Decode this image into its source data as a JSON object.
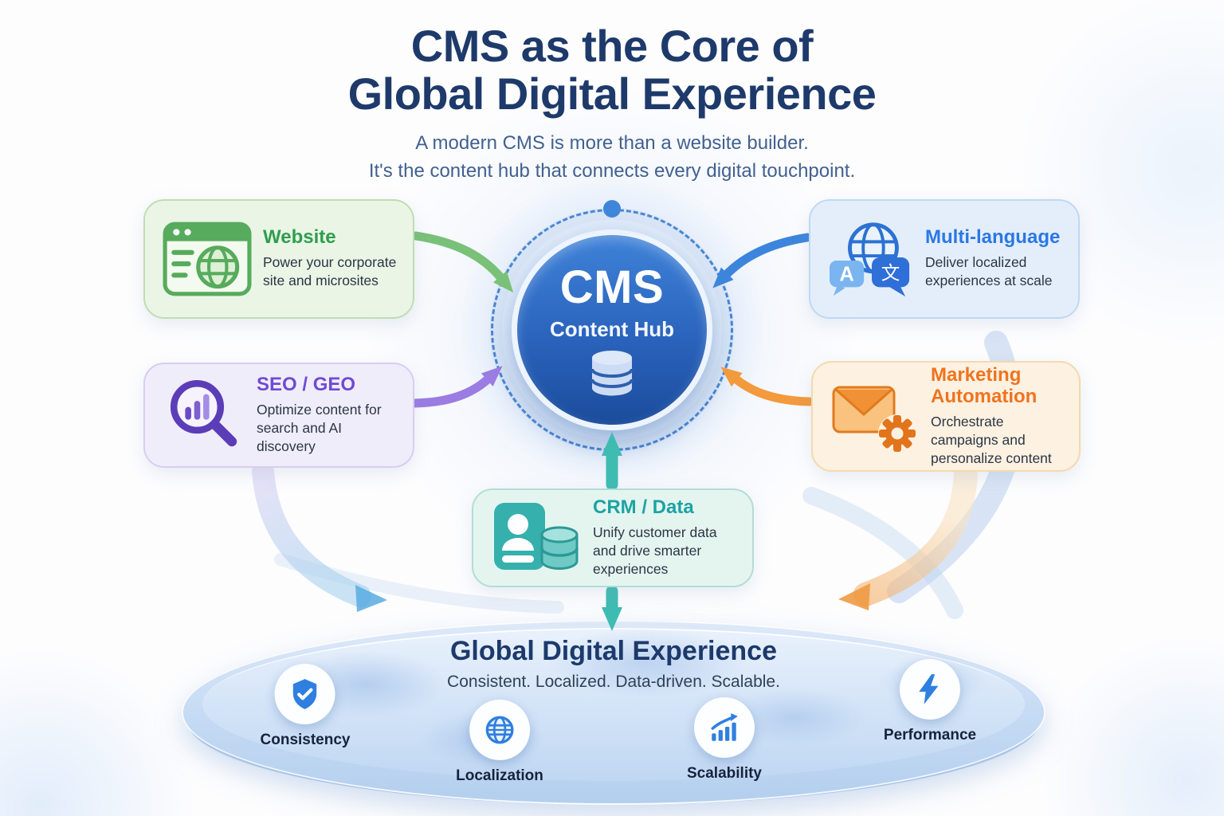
{
  "header": {
    "title_line1": "CMS as the Core of",
    "title_line2": "Global Digital Experience",
    "subtitle_line1": "A modern CMS is more than a website builder.",
    "subtitle_line2": "It's the content hub that connects every digital touchpoint."
  },
  "hub": {
    "title": "CMS",
    "subtitle": "Content Hub",
    "icon": "database-icon"
  },
  "cards": [
    {
      "id": "website",
      "title": "Website",
      "description": "Power your corporate site and microsites",
      "icon": "browser-globe-icon",
      "accent": "#2f9e4e",
      "bg": "#eaf5e5",
      "border": "#c0ddb2",
      "arrow_color": "#79c178"
    },
    {
      "id": "multi-language",
      "title": "Multi-language",
      "description": "Deliver localized experiences at scale",
      "icon": "globe-translate-icon",
      "accent": "#2a78e6",
      "bg": "#e4eefb",
      "border": "#bfd8f4",
      "arrow_color": "#3d85dc",
      "bubble_latin": "A",
      "bubble_cjk": "文"
    },
    {
      "id": "seo-geo",
      "title": "SEO / GEO",
      "description": "Optimize content for search and AI discovery",
      "icon": "magnifier-chart-icon",
      "accent": "#6f4bd0",
      "bg": "#f0edfa",
      "border": "#d8cdf1",
      "arrow_color": "#9a7ce2"
    },
    {
      "id": "marketing-automation",
      "title": "Marketing Automation",
      "description": "Orchestrate campaigns and personalize content",
      "icon": "envelope-gear-icon",
      "accent": "#f0731f",
      "bg": "#fdf1e1",
      "border": "#f5d9ad",
      "arrow_color": "#f29a3c"
    },
    {
      "id": "crm-data",
      "title": "CRM / Data",
      "description": "Unify customer data and drive smarter experiences",
      "icon": "contact-database-icon",
      "accent": "#1da3a3",
      "bg": "#e4f5f0",
      "border": "#b2ddd5",
      "arrow_color": "#41bcb0"
    }
  ],
  "platform": {
    "title": "Global Digital Experience",
    "subtitle": "Consistent. Localized. Data-driven. Scalable.",
    "features": [
      {
        "label": "Consistency",
        "icon": "shield-check-icon"
      },
      {
        "label": "Localization",
        "icon": "globe-icon"
      },
      {
        "label": "Scalability",
        "icon": "growth-chart-icon"
      },
      {
        "label": "Performance",
        "icon": "lightning-icon"
      }
    ]
  },
  "colors": {
    "title_navy": "#1e3a6b",
    "subtitle_slate": "#41618f",
    "hub_gradient_top": "#3f82d8",
    "hub_gradient_bottom": "#1b4c9c",
    "dashed_ring_blue": "#4b86d4",
    "platform_blue": "#bcd4f0",
    "feature_icon_blue": "#2f7fe0"
  }
}
